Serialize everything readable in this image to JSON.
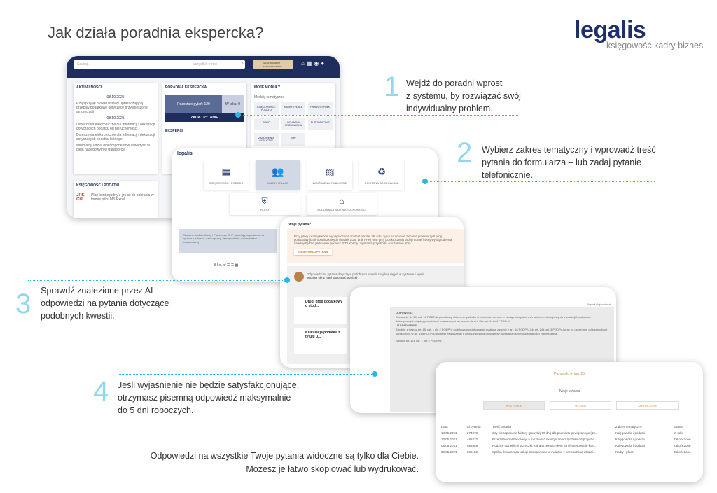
{
  "title": "Jak działa poradnia ekspercka?",
  "logo": {
    "name": "legalis",
    "tagline": "księgowość kadry biznes"
  },
  "steps": [
    {
      "number": "1",
      "lines": [
        "Wejdź do poradni wprost",
        "z systemu, by rozwiązać swój",
        "indywidualny problem."
      ]
    },
    {
      "number": "2",
      "lines": [
        "Wybierz zakres tematyczny i wprowadź treść",
        "pytania do formularza – lub zadaj pytanie",
        "telefonicznie."
      ]
    },
    {
      "number": "3",
      "lines": [
        "Sprawdź znalezione przez AI",
        "odpowiedzi na pytania dotyczące",
        "podobnych kwestii."
      ]
    },
    {
      "number": "4",
      "lines": [
        "Jeśli wyjaśnienie nie będzie satysfakcjonujące,",
        "otrzymasz pisemną odpowiedź maksymalnie",
        "do 5 dni roboczych."
      ]
    }
  ],
  "footer": [
    "Odpowiedzi na wszystkie Twoje pytania widoczne są tylko dla Ciebie.",
    "Możesz je łatwo skopiować lub wydrukować."
  ],
  "shot1": {
    "search_placeholder": "Szukaj...",
    "search_scope": "wszystkie treści",
    "badge": "Wyszukiwanie zaawansowane",
    "news_title": "AKTUALNOŚCI",
    "news_date1": "- 08.10.2025 -",
    "news1": "Rząd przyjął projekt ustawy upraszczającej przepisy podatkowe dotyczące przyspieszonej amortyzacji",
    "news_date2": "- 08.10.2025 -",
    "news2": "Doręczenia elektroniczne dla informacji i deklaracji dotyczących podatku od nieruchomości",
    "news3": "Doręczenia elektroniczne dla informacji i deklaracji dotyczących podatku leśnego",
    "news4": "Minimalny udział biokomponentów zawartych w oleju napędowym w transporcie",
    "advice_title": "PORADNIA EKSPERCKA",
    "remaining": "Pozostało pytań: 120",
    "in_progress": "W toku: 0",
    "ask_button": "ZADAJ PYTANIE",
    "experts": "EKSPERCI",
    "modules_title": "MOJE MODUŁY",
    "modules_sub": "Moduły tematyczne",
    "modules": [
      "KSIĘGOWOŚĆ I PODATKI",
      "KADRY I PŁACE",
      "PRAWO I SPÓŁKI",
      "RODO",
      "OCHRONA ŚRODOWISKA",
      "BUDOWNICTWO",
      "ZAMÓWIENIA PUBLICZNE",
      "BHP"
    ],
    "tax_title": "KSIĘGOWOŚĆ I PODATKI",
    "jpk": "JPK CIT",
    "tax_item": "Plan kont zgodny z jpk cit do pobrania w formie pliku MS Excel"
  },
  "shot2": {
    "logo": "legalis",
    "tiles": [
      "KSIĘGOWOŚĆ I PODATKI",
      "KADRY I PŁACE",
      "ZAMÓWIENIA PUBLICZNE",
      "OCHRONA ŚRODOWISKA",
      "RODO",
      "BUDOWNICTWO I NIERUCHOMOŚCI"
    ],
    "info": "Eksperci modułu Kadry i Płace oraz BHP udzielają odpowiedzi na pytania z zakresu: czasu pracy, wynagrodzeń, dokumentacji pracowniczej",
    "toolbar": "B  I  x₂  x²  ☰  ☰  ▦"
  },
  "shot3": {
    "heading": "Twoje pytanie:",
    "question": "Przy jakiej rocznej kwocie wynagrodzenia student poniżej 26. roku życia na umowie zlecenia przekroczy II próg podatkowy (brak obowiązkowych składek ZUS, brak PPK) oraz przy przekroczeniu jakiej rocznej kwoty wynagrodzenia należny będzie jakikolwiek podatek PIT? Koszty uzyskania przychodu - ryczałtowe 20%.",
    "modify": "ZMODYFIKUJ PYTANIE",
    "ai_info": "Odpowiedzi na pytania dotyczące podobnych kwestii znajdują się już w systemie Legalis.",
    "ai_info2": "Możesz się z nimi zapoznać poniżej",
    "r1_title": "Drugi próg podatkowy u stud...",
    "r2_title": "Kalkulacja podatku z tytułu u..."
  },
  "shot4": {
    "h1": "ODPOWIEDŹ",
    "p1": "Stosownie do 18f ust. 18 PODPrU podatkowy obliczenie podatku w zeznaniu rocznym o kwotę niezapłaconych faktur nie stosuje się do transakcji handlowych dokonywanych między podmiotami powiązanymi w rozumieniu art. 11a ust. 1 pkt 4 PODPrU.",
    "h2": "UZASADNIENIE",
    "p2": "Zgodnie z treścią art. 18f ust. 1 pkt 2 PODPrU podstawa opodatkowania ustalona zgodnie z art. 18 PODPrU lub art. 24d ust. 3 PODPrU oraz po uprzednim odliczeniu kwot określonych w art. 18d PODPrU podlega zwiększeniu o kwotę zaliczoną do kosztów uzyskania przychodów wartości zobowiązania.",
    "p3": "Według art. 11a ust. 1 pkt 4 PODPrU:",
    "report": "Raport Odpowiedzi"
  },
  "shot5": {
    "remaining": "Pozostało pytań: 23",
    "heading": "Twoje pytania",
    "filters": [
      "WSZYSTKIE",
      "W TOKU",
      "ZAKOŃCZONE"
    ],
    "columns": [
      "Data",
      "Id pytania",
      "Treść pytania",
      "Zakres tematyczny",
      "Status"
    ],
    "rows": [
      [
        "14.05.2021",
        "274070",
        "Czy niezapłacone faktury (powyżej 90 dni) dla podmiotu powiązanego (10...",
        "Księgowość i podatki",
        "W toku"
      ],
      [
        "10.05.2021",
        "488232",
        "Przedstawiciel handlowy, a możliwość skorzystania z ryczałtu od przycho...",
        "Księgowość i podatki",
        "Zakończone"
      ],
      [
        "08.05.2021",
        "688988",
        "Rodzice udzielili mi pożyczki, którą przeznaczyłem na sfinansowanie kos...",
        "Księgowość i podatki",
        "Zakończone"
      ],
      [
        "06.05.2021",
        "266152",
        "Spółka świadcząca usługi transportowe w związku z prowadzoną działal...",
        "Kadry i płace",
        "Zakończone"
      ]
    ]
  }
}
